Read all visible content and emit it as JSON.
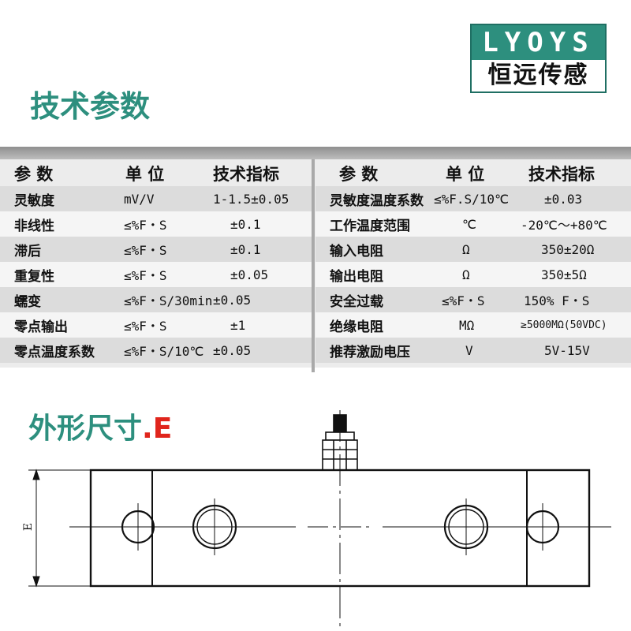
{
  "logo": {
    "brand": "LYOYS",
    "chinese": "恒远传感"
  },
  "titles": {
    "params": "技术参数",
    "dims_prefix": "外形尺寸",
    "dims_suffix": ".E"
  },
  "table": {
    "headers": {
      "param": "参 数",
      "unit": "单 位",
      "spec": "技术指标"
    },
    "left": [
      {
        "name": "灵敏度",
        "unit": "mV/V",
        "value": "1-1.5±0.05"
      },
      {
        "name": "非线性",
        "unit": "≤%F・S",
        "value": "±0.1"
      },
      {
        "name": "滞后",
        "unit": "≤%F・S",
        "value": "±0.1"
      },
      {
        "name": "重复性",
        "unit": "≤%F・S",
        "value": "±0.05"
      },
      {
        "name": "蠕变",
        "unit": "≤%F・S/30min",
        "value": "±0.05"
      },
      {
        "name": "零点输出",
        "unit": "≤%F・S",
        "value": "±1"
      },
      {
        "name": "零点温度系数",
        "unit": "≤%F・S/10℃",
        "value": "±0.05"
      }
    ],
    "right": [
      {
        "name": "灵敏度温度系数",
        "unit": "≤%F.S/10℃",
        "value": "±0.03"
      },
      {
        "name": "工作温度范围",
        "unit": "℃",
        "value": "-20℃～+80℃"
      },
      {
        "name": "输入电阻",
        "unit": "Ω",
        "value": "350±20Ω"
      },
      {
        "name": "输出电阻",
        "unit": "Ω",
        "value": "350±5Ω"
      },
      {
        "name": "安全过载",
        "unit": "≤%F・S",
        "value": "150% F・S"
      },
      {
        "name": "绝缘电阻",
        "unit": "MΩ",
        "value": "≥5000MΩ(50VDC)"
      },
      {
        "name": "推荐激励电压",
        "unit": "V",
        "value": "5V-15V"
      }
    ]
  },
  "diagram": {
    "dimension_label": "E"
  },
  "colors": {
    "teal": "#2d8f7e",
    "red": "#e0251c",
    "header_bar": "#9a9a9a",
    "row_dark": "#dcdcdc",
    "row_light": "#f5f5f5"
  }
}
